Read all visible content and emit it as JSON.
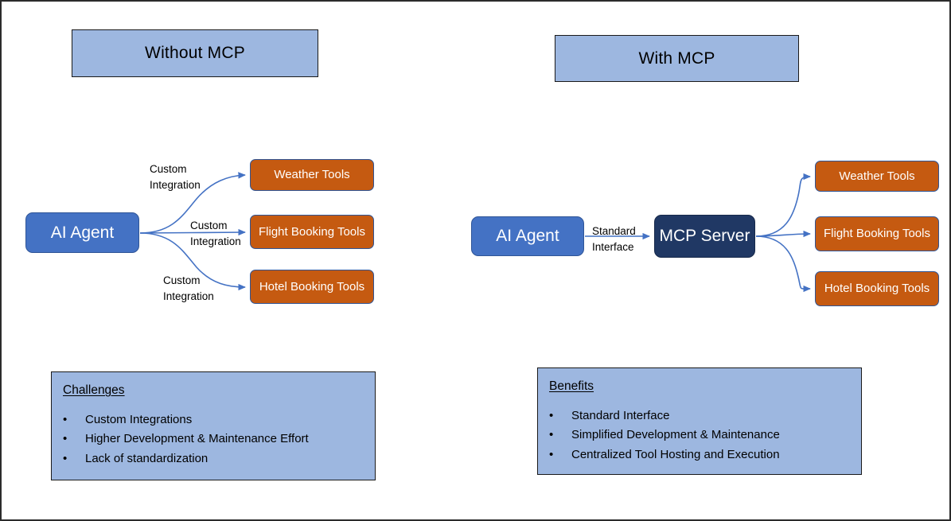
{
  "diagram": {
    "title_left": "Without MCP",
    "title_right": "With MCP",
    "colors": {
      "banner_fill": "#9DB7E0",
      "agent_fill": "#4472C4",
      "server_fill": "#203864",
      "tool_fill": "#C55A11",
      "arrow": "#4472C4",
      "frame_border": "#2b2b2b",
      "text_dark": "#000000",
      "text_light": "#FFFFFF"
    }
  },
  "left": {
    "agent_label": "AI Agent",
    "tools": [
      {
        "label": "Weather Tools"
      },
      {
        "label": "Flight Booking Tools"
      },
      {
        "label": "Hotel Booking Tools"
      }
    ],
    "edge_labels": [
      "Custom\nIntegration",
      "Custom\nIntegration",
      "Custom\nIntegration"
    ]
  },
  "right": {
    "agent_label": "AI Agent",
    "server_label": "MCP Server",
    "edge_label": "Standard\nInterface",
    "tools": [
      {
        "label": "Weather Tools"
      },
      {
        "label": "Flight Booking Tools"
      },
      {
        "label": "Hotel Booking Tools"
      }
    ]
  },
  "panels": {
    "challenges": {
      "title": "Challenges",
      "bullet": "•",
      "items": [
        "Custom Integrations",
        "Higher Development & Maintenance Effort",
        "Lack of standardization"
      ]
    },
    "benefits": {
      "title": "Benefits",
      "bullet": "•",
      "items": [
        "Standard Interface",
        "Simplified Development & Maintenance",
        "Centralized Tool Hosting and Execution"
      ]
    }
  }
}
